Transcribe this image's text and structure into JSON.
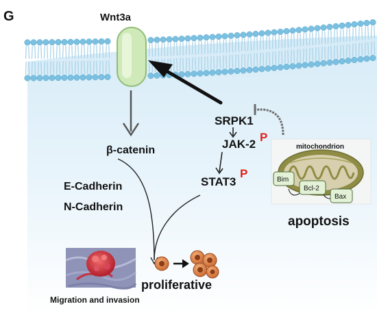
{
  "panel_label": "G",
  "membrane_receptor": "Wnt3a",
  "pathway": {
    "srpk1": "SRPK1",
    "jak2": "JAK-2",
    "stat3": "STAT3",
    "phospho_mark": "P",
    "beta_catenin": "β-catenin"
  },
  "markers": {
    "e_cadherin": "E-Cadherin",
    "n_cadherin": "N-Cadherin"
  },
  "mitochondrion": {
    "title": "mitochondrion",
    "proteins": [
      "Bim",
      "Bcl-2",
      "Bax"
    ]
  },
  "outcomes": {
    "apoptosis": "apoptosis",
    "proliferative": "proliferative",
    "migration": "Migration and invasion"
  },
  "colors": {
    "membrane_head": "#7bc0e0",
    "membrane_tail": "#a9d3e8",
    "cytoplasm": "#e3f1fa",
    "receptor": "#cfe9b8",
    "phospho": "#e0201a",
    "mito_outer": "#8e8c45",
    "mito_inner": "#d7cfae"
  }
}
